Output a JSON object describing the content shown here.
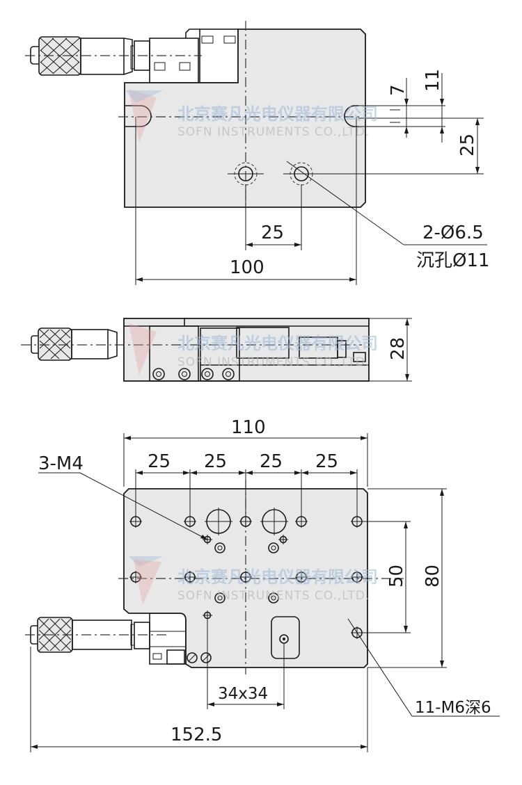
{
  "drawing": {
    "title": "Manual linear stage dimension drawing",
    "watermark": {
      "company_cn": "北京赛凡光电仪器有限公司",
      "company_en": "SOFN INSTRUMENTS CO.,LTD.",
      "logo_colors": [
        "#9fb9d9",
        "#e8a0a0"
      ]
    },
    "colors": {
      "body_fill": "#e8e8e8",
      "line": "#1a1a1a",
      "background": "#ffffff"
    }
  },
  "top_view": {
    "dimensions": {
      "slot_width": "7",
      "slot_length": "11",
      "slot_to_hole_v": "25",
      "hole_spacing": "25",
      "slot_spacing": "100"
    },
    "callouts": {
      "holes_line1": "2-Ø6.5",
      "holes_line2": "沉孔Ø11"
    }
  },
  "side_view": {
    "dimensions": {
      "height": "28"
    }
  },
  "bottom_view": {
    "dimensions": {
      "overall_width": "110",
      "pitch_1": "25",
      "pitch_2": "25",
      "pitch_3": "25",
      "pitch_4": "25",
      "hole_row_spacing": "50",
      "overall_depth": "80",
      "square_pattern": "34x34",
      "overall_length_with_micrometer": "152.5"
    },
    "callouts": {
      "small_threads": "3-M4",
      "mount_threads": "11-M6深6"
    }
  }
}
